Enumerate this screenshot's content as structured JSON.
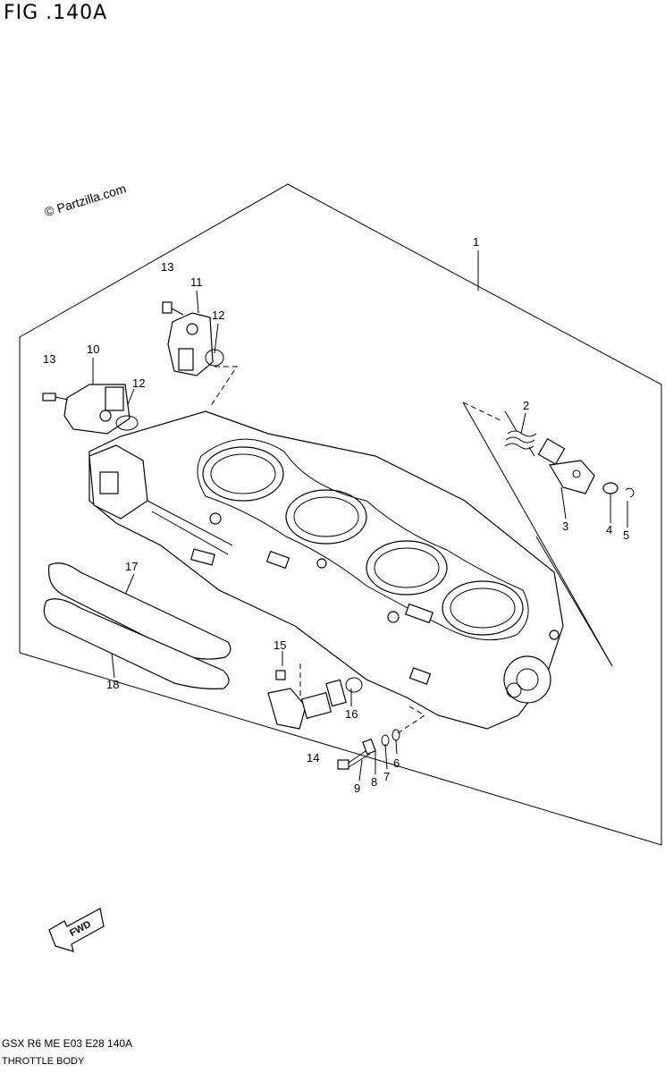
{
  "figure": {
    "title": "FIG .140A",
    "watermark": "© Partzilla.com",
    "model_code": "GSX  R6 ME  E03  E28  140A",
    "section_name": "THROTTLE BODY",
    "fwd_label": "FWD"
  },
  "callouts": {
    "c1": "1",
    "c2": "2",
    "c3": "3",
    "c4": "4",
    "c5": "5",
    "c6": "6",
    "c7": "7",
    "c8": "8",
    "c9": "9",
    "c10": "10",
    "c11": "11",
    "c12a": "12",
    "c12b": "12",
    "c13a": "13",
    "c13b": "13",
    "c14": "14",
    "c15": "15",
    "c16": "16",
    "c17": "17",
    "c18": "18"
  }
}
